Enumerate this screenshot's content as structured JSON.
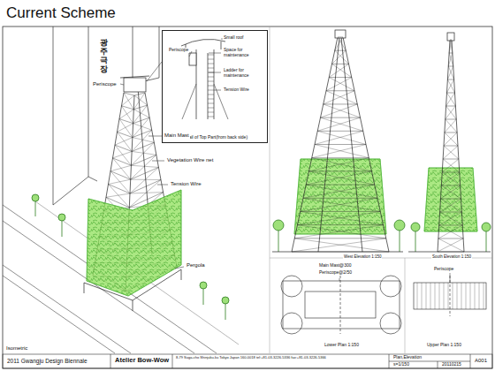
{
  "diagram": {
    "title": "Current Scheme",
    "nodes": [
      {
        "text": [
          "Detail of Top Part(from back side)"
        ]
      }
    ],
    "labels": [
      "Small roof",
      "Periscope",
      "Space for maintenance",
      "Ladder for maintenance",
      "Tension Wire",
      "Periscope",
      "Main Mast",
      "Vegetation Wire net",
      "Tension Wire",
      "Pergola",
      "광주극장",
      "West Elevation 1:150",
      "South Elevation 1:150",
      "Main Mast@300",
      "Periscope@2/50",
      "Lower Plan 1:150",
      "Upper Plan 1:150",
      "Periscope",
      "Isometric",
      "2011 Gwangju Design Biennale",
      "Atelier Bow-Wow",
      "8-79 Suga-cho Shinjuku-ku Tokyo Japan 160-0018 tel:+81-03-3226-5336 fax:+81-03-3226-5366",
      "Plan,Elevation",
      "s=1/150",
      "20110215",
      "A001"
    ]
  }
}
